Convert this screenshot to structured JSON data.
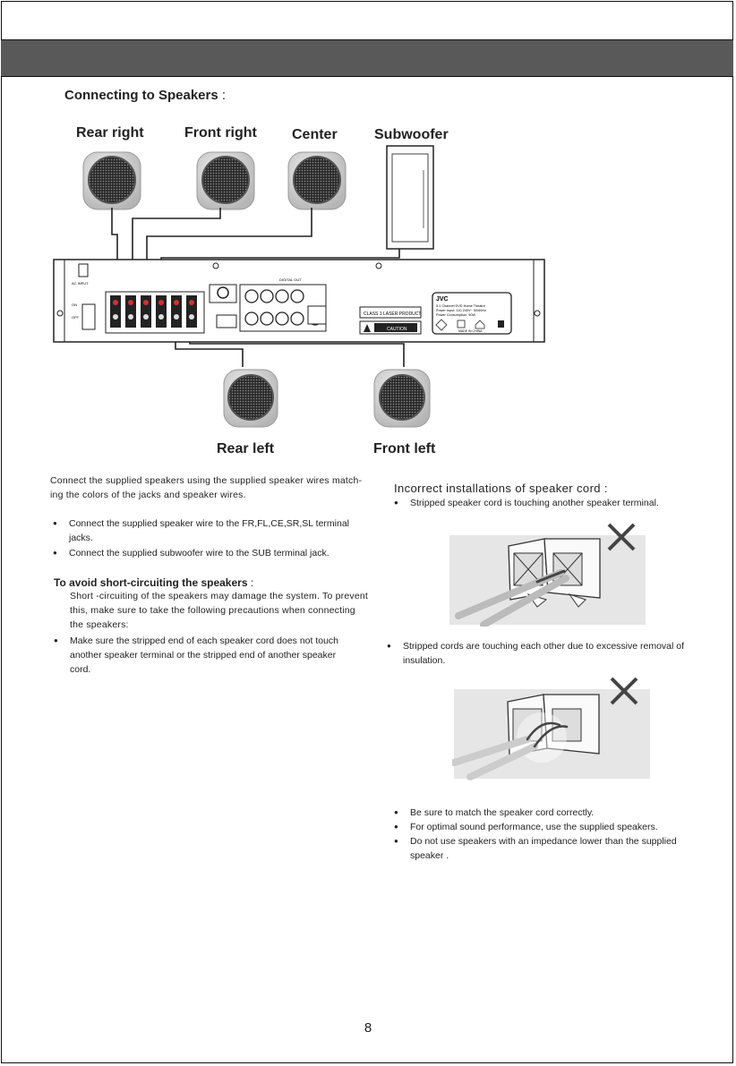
{
  "header_bar": {
    "color": "#595959"
  },
  "section": {
    "title": "Connecting to Speakers",
    "colon": ":"
  },
  "speakers": {
    "rear_right": "Rear right",
    "front_right": "Front  right",
    "center": "Center",
    "subwoofer": "Subwoofer",
    "rear_left": "Rear left",
    "front_left": "Front  left"
  },
  "device": {
    "brand": "JVC",
    "rating_line1": "5.1 Channel DVD Home Theatre",
    "rating_line2": "Power Input: 110-240V~ 50/60Hz",
    "rating_line3": "Power Consumption:  90W",
    "made_in": "MADE IN CHINA",
    "laser_label": "CLASS 1 LASER PRODUCT",
    "caution_label": "CAUTION",
    "digital_out": "DIGITAL OUT"
  },
  "intro": {
    "line1": "Connect the supplied speakers  using the supplied speaker wires match-",
    "line2": "ing the colors of the jacks and speaker wires."
  },
  "connect_bullets": [
    {
      "line1": "Connect the supplied speaker wire to the FR,FL,CE,SR,SL terminal",
      "line2": "jacks."
    },
    {
      "line1": "Connect the supplied subwoofer wire to the SUB terminal jack."
    }
  ],
  "short_circuit": {
    "title": "To avoid short-circuiting the speakers",
    "colon": ":",
    "line1": "Short -circuiting of the speakers may damage the system. To prevent",
    "line2": "this, make sure to take the following precautions when connecting",
    "line3": "the speakers:",
    "bullet_line1": "Make sure the stripped end of each speaker cord does not touch",
    "bullet_line2": "another speaker terminal or the stripped end of another speaker",
    "bullet_line3": "cord."
  },
  "incorrect": {
    "title": "Incorrect installations of speaker cord :",
    "bullet1": "Stripped speaker cord is touching another speaker terminal.",
    "bullet2_line1": "Stripped cords are touching each other due to excessive removal of",
    "bullet2_line2": "insulation."
  },
  "final_bullets": {
    "b1": "Be sure to match the speaker cord correctly.",
    "b2": "For optimal sound performance, use the supplied speakers.",
    "b3_line1": "Do not use speakers with an impedance lower than the supplied",
    "b3_line2": "speaker ."
  },
  "page_number": "8"
}
